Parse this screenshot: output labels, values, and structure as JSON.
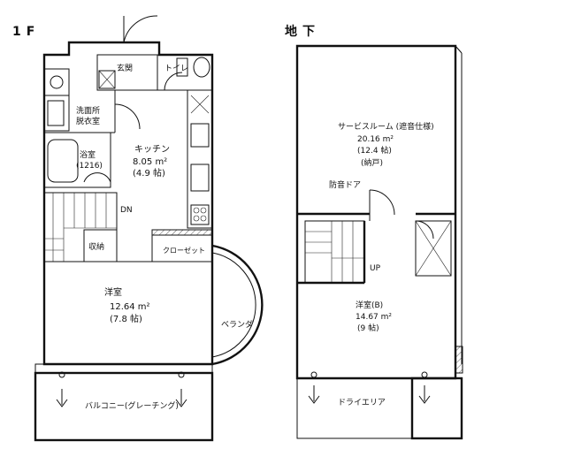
{
  "floors": {
    "first": {
      "title": "1F",
      "entrance": "玄関",
      "toilet": "トイレ",
      "washroom_line1": "洗面所",
      "washroom_line2": "脱衣室",
      "bath_line1": "浴室",
      "bath_line2": "(1216)",
      "kitchen_name": "キッチン",
      "kitchen_area": "8.05 m²",
      "kitchen_tatami": "(4.9 帖)",
      "dn_label": "DN",
      "storage": "収納",
      "closet": "クローゼット",
      "western_name": "洋室",
      "western_area": "12.64 m²",
      "western_tatami": "(7.8 帖)",
      "veranda": "ベランダ",
      "balcony": "バルコニー(グレーチング)"
    },
    "basement": {
      "title": "地下",
      "service_name": "サービスルーム (遮音仕様)",
      "service_area": "20.16 m²",
      "service_tatami": "(12.4 帖)",
      "service_note": "(納戸)",
      "sound_door": "防音ドア",
      "up_label": "UP",
      "western_name": "洋室(B)",
      "western_area": "14.67 m²",
      "western_tatami": "(9 帖)",
      "dry_area": "ドライエリア"
    }
  }
}
